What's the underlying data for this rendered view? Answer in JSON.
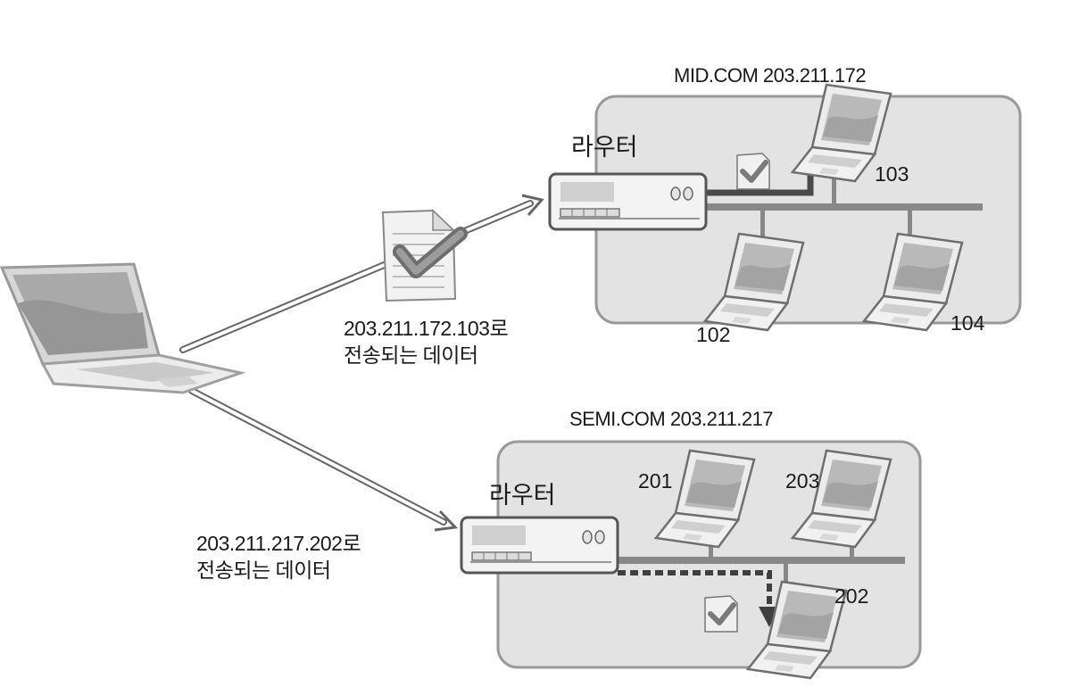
{
  "networks": [
    {
      "title": "MID.COM 203.211.172",
      "router_label": "라우터",
      "hosts": [
        "103",
        "102",
        "104"
      ]
    },
    {
      "title": "SEMI.COM 203.211.217",
      "router_label": "라우터",
      "hosts": [
        "201",
        "203",
        "202"
      ]
    }
  ],
  "transmissions": [
    {
      "line1": "203.211.172.103로",
      "line2": "전송되는 데이터"
    },
    {
      "line1": "203.211.217.202로",
      "line2": "전송되는 데이터"
    }
  ],
  "icons": [
    "laptop-icon",
    "router-icon",
    "document-check-icon",
    "arrow-icon"
  ]
}
